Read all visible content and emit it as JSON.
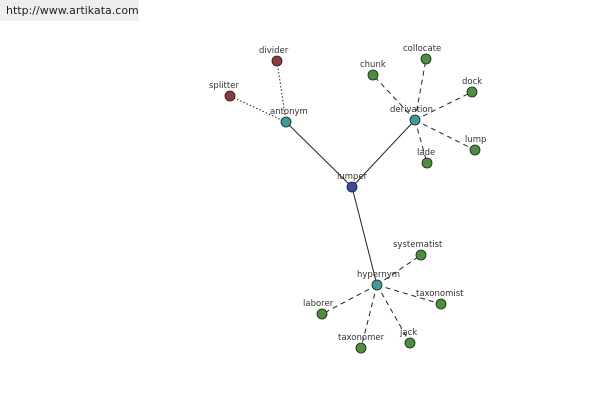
{
  "header": {
    "url": "http://www.artikata.com"
  },
  "colors": {
    "center": "#3b4aa3",
    "relation": "#3f9a9a",
    "leaf_green": "#4c8f3c",
    "leaf_red": "#8e3a3a",
    "edge": "#222222"
  },
  "graph": {
    "nodes": [
      {
        "id": "lumper",
        "label": "lumper",
        "kind": "center"
      },
      {
        "id": "antonym",
        "label": "antonym",
        "kind": "relation"
      },
      {
        "id": "derivation",
        "label": "derivation",
        "kind": "relation"
      },
      {
        "id": "hypernym",
        "label": "hypernym",
        "kind": "relation"
      },
      {
        "id": "divider",
        "label": "divider",
        "kind": "leaf_red"
      },
      {
        "id": "splitter",
        "label": "splitter",
        "kind": "leaf_red"
      },
      {
        "id": "chunk",
        "label": "chunk",
        "kind": "leaf_green"
      },
      {
        "id": "collocate",
        "label": "collocate",
        "kind": "leaf_green"
      },
      {
        "id": "dock",
        "label": "dock",
        "kind": "leaf_green"
      },
      {
        "id": "lump",
        "label": "lump",
        "kind": "leaf_green"
      },
      {
        "id": "lade",
        "label": "lade",
        "kind": "leaf_green"
      },
      {
        "id": "systematist",
        "label": "systematist",
        "kind": "leaf_green"
      },
      {
        "id": "taxonomist",
        "label": "taxonomist",
        "kind": "leaf_green"
      },
      {
        "id": "jack",
        "label": "jack",
        "kind": "leaf_green"
      },
      {
        "id": "taxonomer",
        "label": "taxonomer",
        "kind": "leaf_green"
      },
      {
        "id": "laborer",
        "label": "laborer",
        "kind": "leaf_green"
      }
    ],
    "edges": [
      {
        "from": "lumper",
        "to": "antonym",
        "style": "solid"
      },
      {
        "from": "lumper",
        "to": "derivation",
        "style": "solid"
      },
      {
        "from": "lumper",
        "to": "hypernym",
        "style": "solid"
      },
      {
        "from": "antonym",
        "to": "divider",
        "style": "dotted"
      },
      {
        "from": "antonym",
        "to": "splitter",
        "style": "dotted"
      },
      {
        "from": "derivation",
        "to": "chunk",
        "style": "dashed"
      },
      {
        "from": "derivation",
        "to": "collocate",
        "style": "dashed"
      },
      {
        "from": "derivation",
        "to": "dock",
        "style": "dashed"
      },
      {
        "from": "derivation",
        "to": "lump",
        "style": "dashed"
      },
      {
        "from": "derivation",
        "to": "lade",
        "style": "dashed"
      },
      {
        "from": "hypernym",
        "to": "systematist",
        "style": "dashed"
      },
      {
        "from": "hypernym",
        "to": "taxonomist",
        "style": "dashed"
      },
      {
        "from": "hypernym",
        "to": "jack",
        "style": "dashed"
      },
      {
        "from": "hypernym",
        "to": "taxonomer",
        "style": "dashed"
      },
      {
        "from": "hypernym",
        "to": "laborer",
        "style": "dashed"
      }
    ]
  }
}
